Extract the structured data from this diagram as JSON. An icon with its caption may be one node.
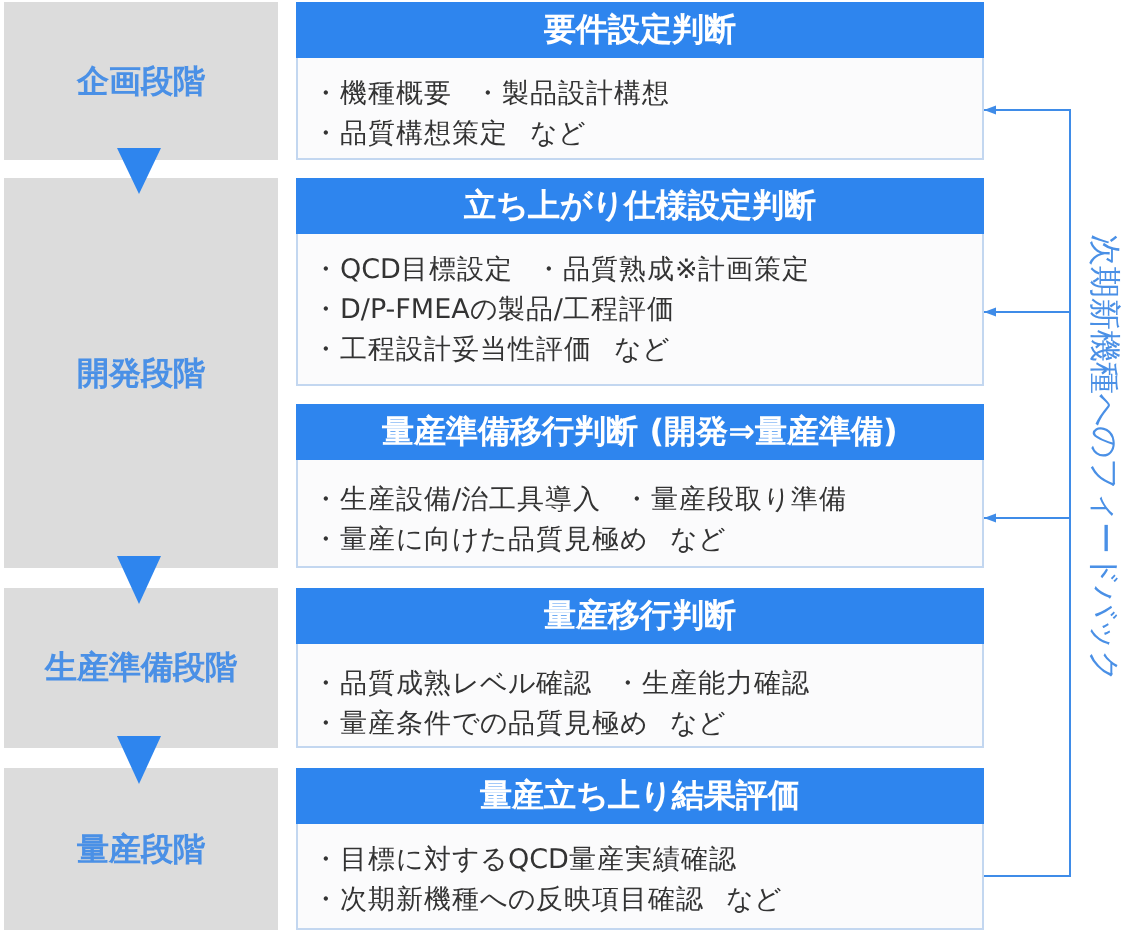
{
  "diagram": {
    "nodes": [
      {
        "text": [
          "企画段階"
        ]
      },
      {
        "text": [
          "開発段階"
        ]
      },
      {
        "text": [
          "生産準備段階"
        ]
      },
      {
        "text": [
          "量産段階"
        ]
      },
      {
        "text": [
          "要件設定判断",
          "・機種概要 ・製品設計構想",
          "・品質構想策定 など"
        ]
      },
      {
        "text": [
          "立ち上がり仕様設定判断",
          "・QCD目標設定 ・品質熟成※計画策定",
          "・D/P-FMEAの製品/工程評価",
          "・工程設計妥当性評価 など"
        ]
      },
      {
        "text": [
          "量産準備移行判断 (開発⇒量産準備)",
          "・生産設備/治工具導入 ・量産段取り準備",
          "・量産に向けた品質見極め など"
        ]
      },
      {
        "text": [
          "量産移行判断",
          "・品質成熟レベル確認 ・生産能力確認",
          "・量産条件での品質見極め など"
        ]
      },
      {
        "text": [
          "量産立ち上り結果評価",
          "・目標に対するQCD量産実績確認",
          "・次期新機種への反映項目確認 など"
        ]
      }
    ],
    "edges": [
      {
        "from": 0,
        "to": 1,
        "arrow": "to"
      },
      {
        "from": 1,
        "to": 2,
        "arrow": "to"
      },
      {
        "from": 2,
        "to": 3,
        "arrow": "to"
      },
      {
        "from": 8,
        "to": 4,
        "arrow": "to"
      },
      {
        "from": 8,
        "to": 5,
        "arrow": "to"
      },
      {
        "from": 8,
        "to": 6,
        "arrow": "to"
      }
    ],
    "labels": [
      "次期新機種へのフィードバック"
    ]
  }
}
